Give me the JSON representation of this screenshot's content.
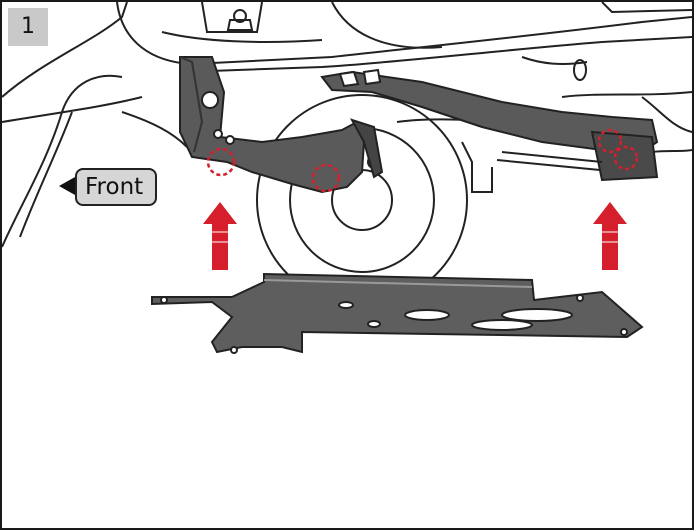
{
  "step": {
    "number": "1"
  },
  "direction_label": {
    "text": "Front",
    "icon": "arrow-left-icon"
  },
  "colors": {
    "frame_border": "#1a1a1a",
    "badge_bg": "#c9c9c9",
    "label_bg": "#d6d6d6",
    "part_fill": "#555555",
    "part_dark": "#3a3a3a",
    "highlight_red": "#d61f2c",
    "line_art": "#222222"
  },
  "annotations": {
    "lift_arrows": 2,
    "fastener_highlights": 4
  }
}
